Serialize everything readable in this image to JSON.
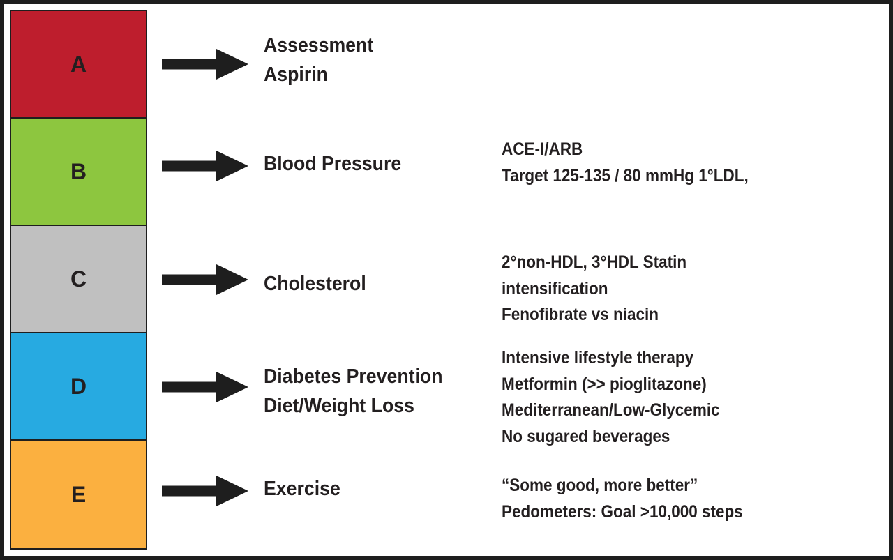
{
  "colors": {
    "a": "#be1e2d",
    "b": "#8dc63f",
    "c": "#c0c0c0",
    "d": "#27aae1",
    "e": "#fbb040",
    "border": "#1e1e1e",
    "text": "#231f20"
  },
  "rows": [
    {
      "letter": "A",
      "label_lines": [
        "Assessment",
        "Aspirin"
      ],
      "detail_lines": []
    },
    {
      "letter": "B",
      "label_lines": [
        "Blood Pressure"
      ],
      "detail_lines": [
        "ACE-I/ARB",
        "Target 125-135 / 80 mmHg 1°LDL,"
      ]
    },
    {
      "letter": "C",
      "label_lines": [
        "Cholesterol"
      ],
      "detail_lines": [
        "2°non-HDL, 3°HDL Statin",
        "intensification",
        "Fenofibrate vs niacin"
      ]
    },
    {
      "letter": "D",
      "label_lines": [
        "Diabetes Prevention",
        "Diet/Weight Loss"
      ],
      "detail_lines": [
        "Intensive lifestyle therapy",
        "Metformin (>> pioglitazone)",
        "Mediterranean/Low-Glycemic",
        "No sugared beverages"
      ]
    },
    {
      "letter": "E",
      "label_lines": [
        "Exercise"
      ],
      "detail_lines": [
        "“Some good, more better”",
        "Pedometers: Goal >10,000 steps"
      ]
    }
  ]
}
